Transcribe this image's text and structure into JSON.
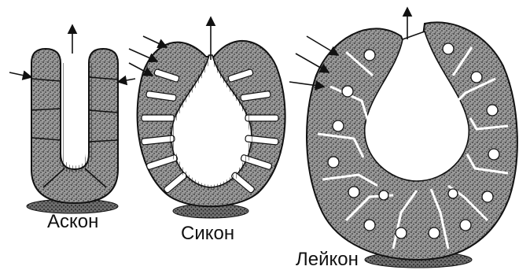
{
  "labels": {
    "ascon": "Аскон",
    "sycon": "Сикон",
    "leucon": "Лейкон"
  },
  "colors": {
    "ink": "#151515",
    "paper": "#ffffff",
    "stipple": "#2a2a2a",
    "base": "#444444"
  },
  "icons": {
    "inflow": "arrow-right-down-icon",
    "outflow": "arrow-up-icon"
  }
}
